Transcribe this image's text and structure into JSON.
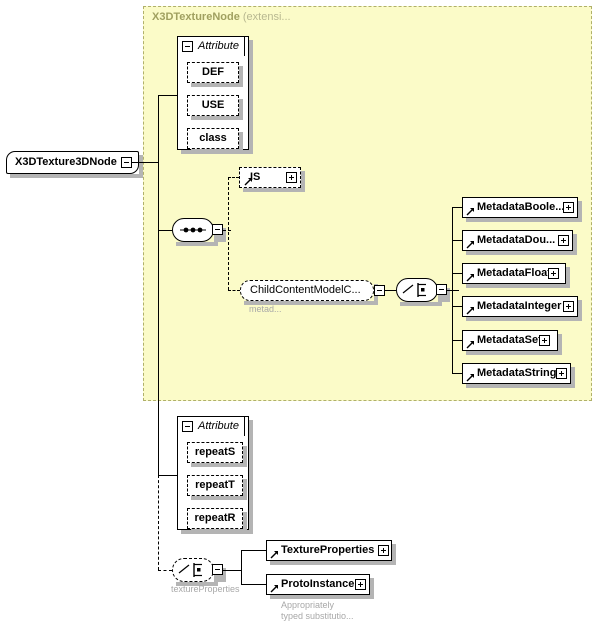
{
  "diagram": {
    "type": "xml-schema-element-diagram",
    "root": {
      "name": "X3DTexture3DNode",
      "toggle": "minus"
    },
    "extension_region": {
      "title": "X3DTextureNode",
      "qualifier": "(extensi...",
      "fill_color": "#fbfbc8",
      "border_color": "#b0b06a"
    },
    "attribute_group_inherited": {
      "title": "Attribute",
      "toggle": "minus",
      "attributes": [
        {
          "name": "DEF",
          "optional": true
        },
        {
          "name": "USE",
          "optional": true
        },
        {
          "name": "class",
          "optional": true
        }
      ]
    },
    "inherited_sequence": {
      "kind": "sequence",
      "toggle": "minus"
    },
    "is_element": {
      "name": "IS",
      "optional": true,
      "toggle": "plus"
    },
    "child_content_group": {
      "name": "ChildContentModelC...",
      "note": "metad...",
      "toggle": "minus"
    },
    "metadata_choice": {
      "kind": "choice",
      "toggle": "minus"
    },
    "metadata_elements": [
      {
        "name": "MetadataBoole...",
        "toggle": "plus"
      },
      {
        "name": "MetadataDou...",
        "toggle": "plus"
      },
      {
        "name": "MetadataFloat",
        "toggle": "plus"
      },
      {
        "name": "MetadataInteger",
        "toggle": "plus"
      },
      {
        "name": "MetadataSet",
        "toggle": "plus"
      },
      {
        "name": "MetadataString",
        "toggle": "plus"
      }
    ],
    "attribute_group_own": {
      "title": "Attribute",
      "toggle": "minus",
      "attributes": [
        {
          "name": "repeatS",
          "optional": true
        },
        {
          "name": "repeatT",
          "optional": true
        },
        {
          "name": "repeatR",
          "optional": true
        }
      ]
    },
    "texture_properties_choice": {
      "kind": "choice",
      "toggle": "minus",
      "note": "textureProperties"
    },
    "texture_properties_elements": [
      {
        "name": "TextureProperties",
        "toggle": "plus"
      },
      {
        "name": "ProtoInstance",
        "toggle": "plus"
      }
    ],
    "proto_note_line1": "Appropriately",
    "proto_note_line2": "typed substitutio..."
  }
}
